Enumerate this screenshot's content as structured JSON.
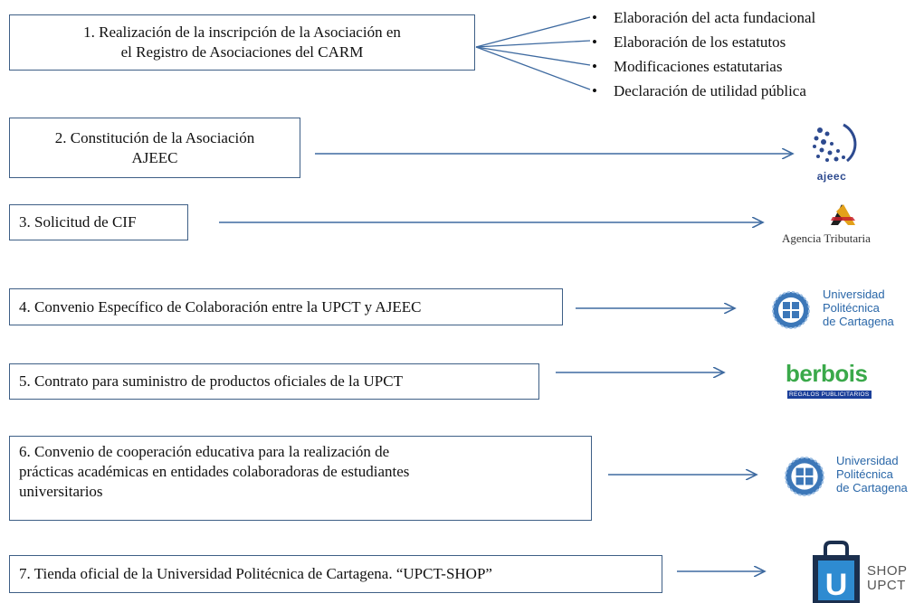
{
  "steps": [
    {
      "lines": [
        "1. Realización de la inscripción de la Asociación en",
        "el Registro de Asociaciones del CARM"
      ]
    },
    {
      "lines": [
        "2. Constitución de la Asociación",
        "AJEEC"
      ]
    },
    {
      "lines": [
        "3. Solicitud de CIF"
      ]
    },
    {
      "lines": [
        "4. Convenio Específico de Colaboración entre la UPCT y AJEEC"
      ]
    },
    {
      "lines": [
        "5. Contrato para suministro de productos oficiales de la UPCT"
      ]
    },
    {
      "lines": [
        "6. Convenio de cooperación educativa para la realización de",
        "prácticas académicas en entidades colaboradoras de estudiantes",
        "universitarios"
      ]
    },
    {
      "lines": [
        "7. Tienda oficial de la Universidad Politécnica de Cartagena. “UPCT-SHOP”"
      ]
    }
  ],
  "bullets": [
    "Elaboración del acta fundacional",
    "Elaboración de los estatutos",
    "Modificaciones estatutarias",
    "Declaración de utilidad pública"
  ],
  "logos": {
    "ajeec": {
      "icon": "ajeec-logo-icon",
      "text": "ajeec"
    },
    "agencia": {
      "icon": "agencia-tributaria-logo-icon",
      "text": "Agencia Tributaria"
    },
    "upct_a": {
      "icon": "upct-logo-icon",
      "lines": [
        "Universidad",
        "Politécnica",
        "de Cartagena"
      ]
    },
    "berbois": {
      "icon": "berbois-logo-icon",
      "text": "berbois",
      "sub": "REGALOS PUBLICITARIOS"
    },
    "upct_b": {
      "icon": "upct-logo-icon",
      "lines": [
        "Universidad",
        "Politécnica",
        "de Cartagena"
      ]
    },
    "shop": {
      "icon": "shopping-bag-icon",
      "letter": "U",
      "lines": [
        "SHOP",
        "UPCT"
      ]
    }
  },
  "colors": {
    "box_border": "#3e5f86",
    "arrow": "#3e6aa0",
    "upct_blue": "#2a67a8",
    "berbois_green": "#3aa94a"
  }
}
